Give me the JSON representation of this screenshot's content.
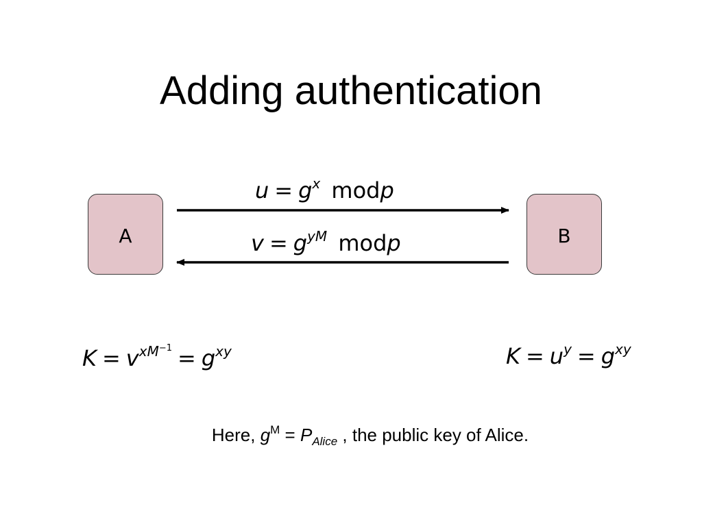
{
  "title": "Adding authentication",
  "parties": {
    "left": "A",
    "right": "B"
  },
  "colors": {
    "box_fill": "#e3c4c9",
    "box_border": "#3a3a3a",
    "arrow": "#000000"
  },
  "messages": {
    "forward": {
      "lhs": "u",
      "eq": "=",
      "base": "g",
      "exp": "x",
      "mod": "mod",
      "modulus": "p"
    },
    "backward": {
      "lhs": "v",
      "eq": "=",
      "base": "g",
      "exp": "yM",
      "mod": "mod",
      "modulus": "p"
    }
  },
  "key_a": {
    "lhs": "K",
    "eq1": "=",
    "base1": "v",
    "exp1": "xM",
    "exp1_sup": "−1",
    "eq2": "=",
    "base2": "g",
    "exp2": "xy"
  },
  "key_b": {
    "lhs": "K",
    "eq1": "=",
    "base1": "u",
    "exp1": "y",
    "eq2": "=",
    "base2": "g",
    "exp2": "xy"
  },
  "note": {
    "prefix": "Here, ",
    "g": "g",
    "g_sup": "M",
    "eq": " = ",
    "p": "P",
    "p_sub": "Alice",
    "suffix": " , the public key of Alice."
  }
}
